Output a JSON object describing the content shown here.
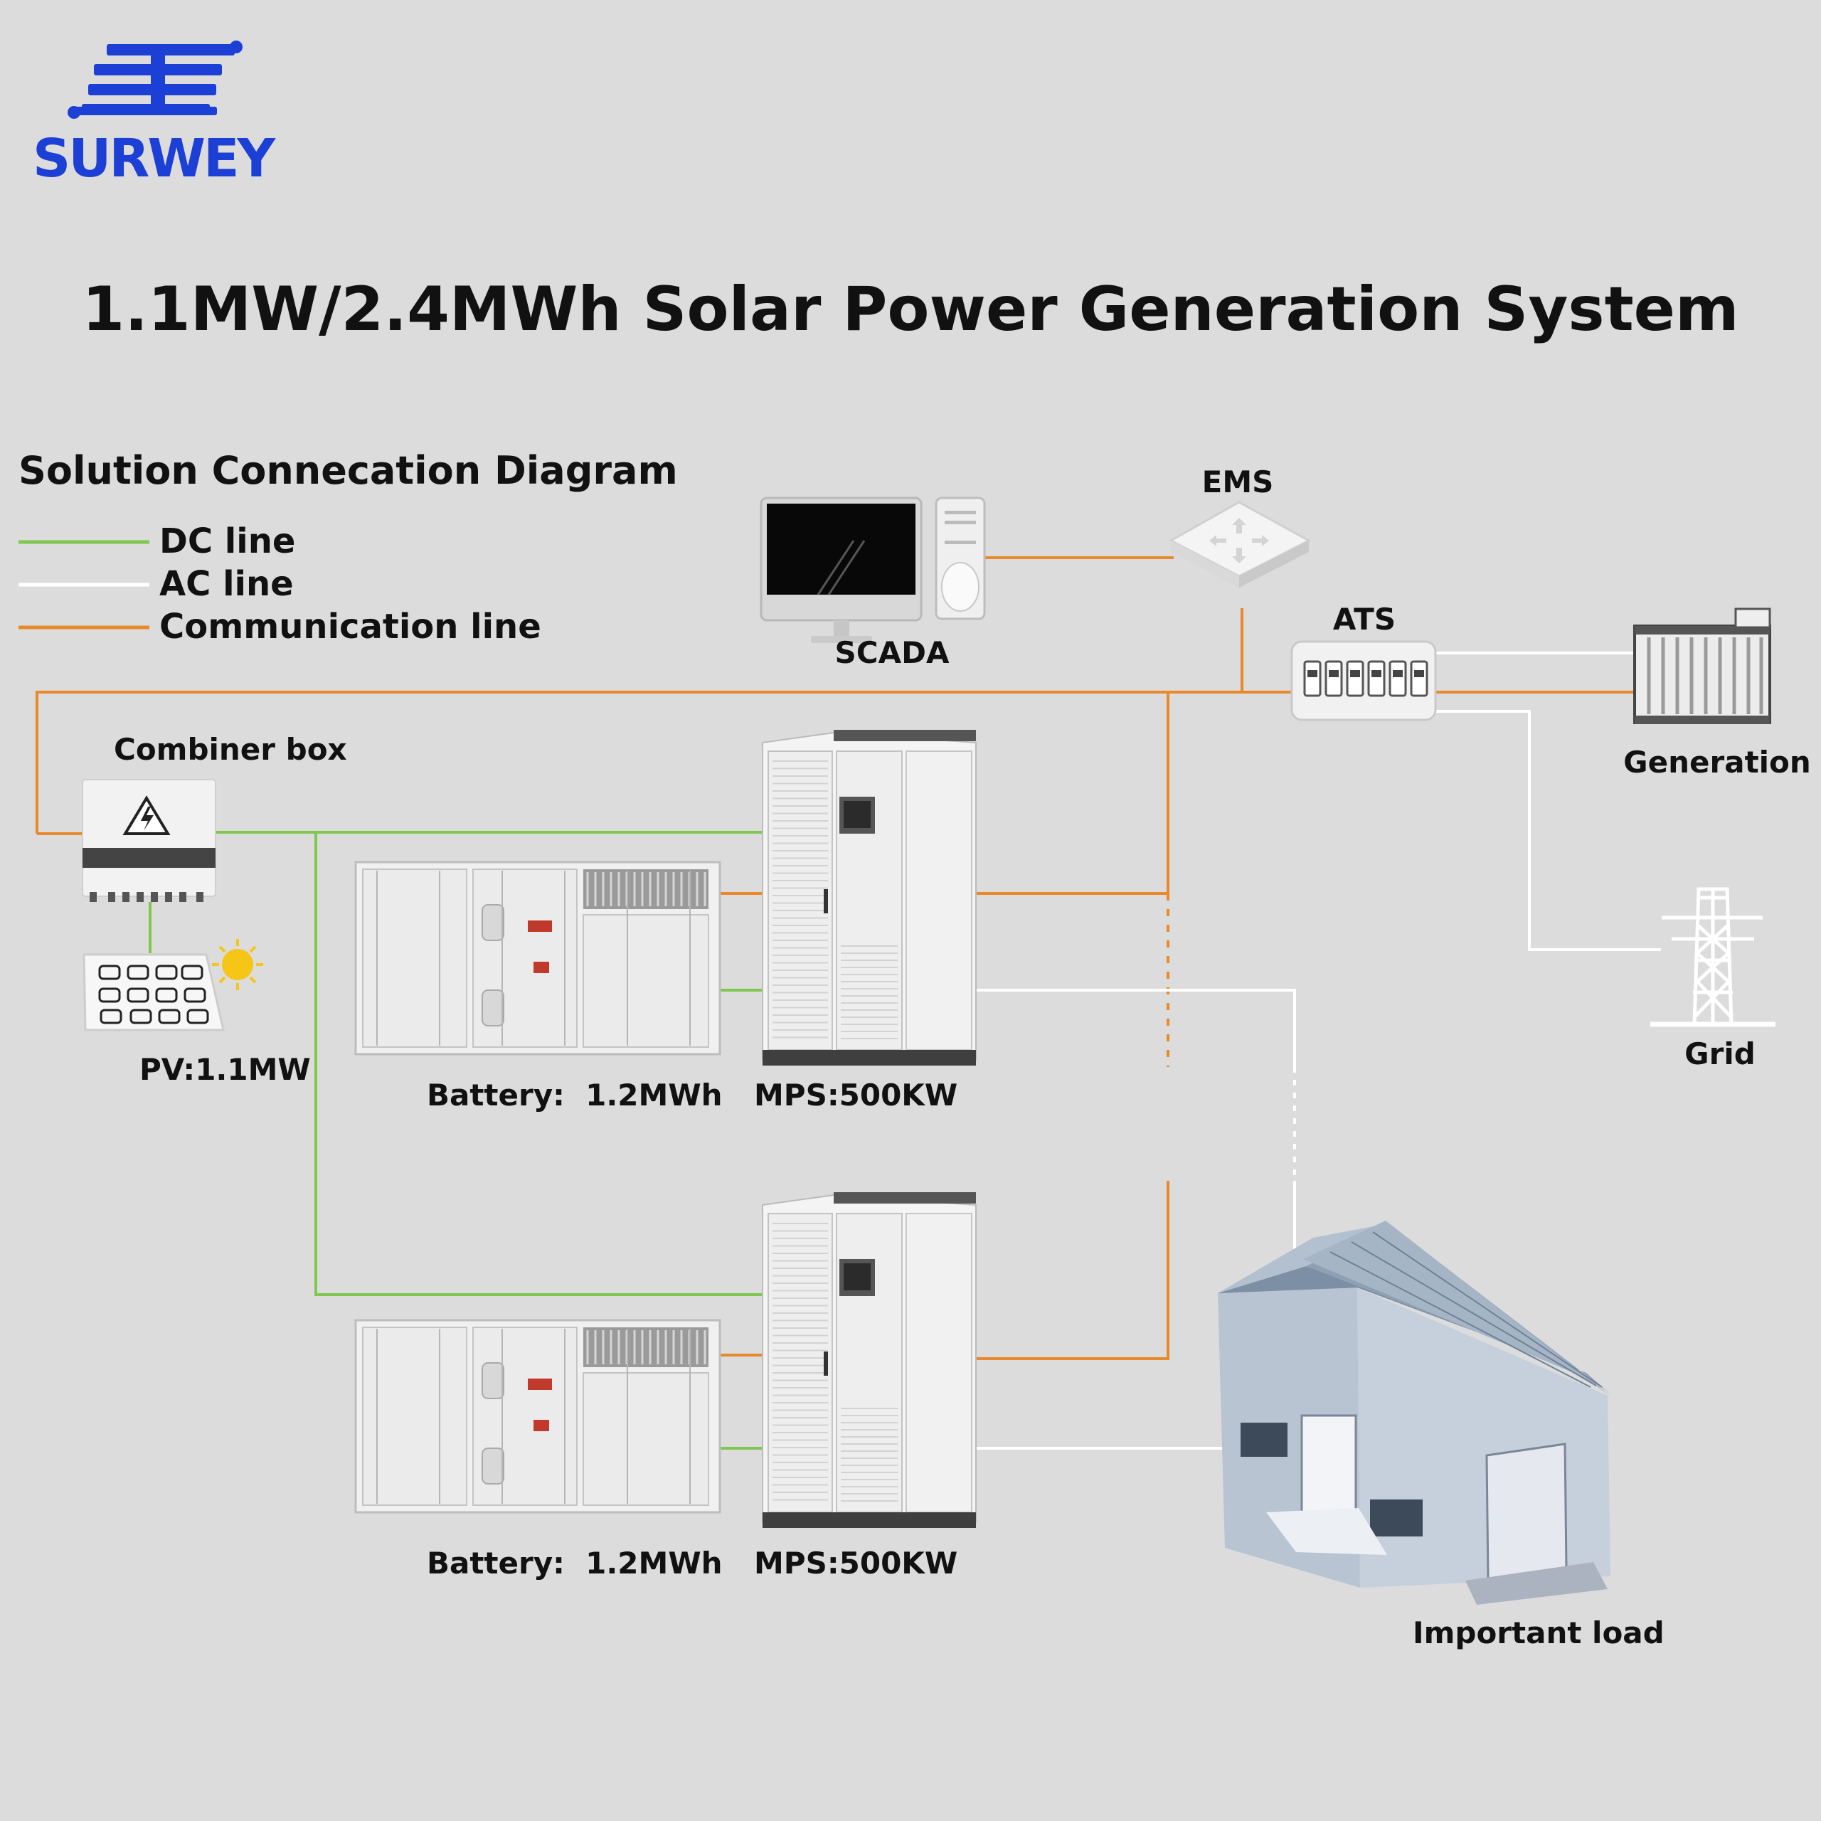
{
  "logo": {
    "text": "SURWEY",
    "brand_color": "#1c3fd6"
  },
  "title": "1.1MW/2.4MWh Solar Power Generation System",
  "diagram_title": "Solution Connecation Diagram",
  "legend": [
    {
      "label": "DC line",
      "color": "#7ec850"
    },
    {
      "label": "AC line",
      "color": "#ffffff"
    },
    {
      "label": "Communication line",
      "color": "#e8892b"
    }
  ],
  "nodes": {
    "scada": "SCADA",
    "ems": "EMS",
    "ats": "ATS",
    "generation": "Generation",
    "grid": "Grid",
    "combiner_box": "Combiner box",
    "pv": "PV:1.1MW",
    "battery_1": "Battery:  1.2MWh",
    "mps_1": "MPS:500KW",
    "battery_2": "Battery:  1.2MWh",
    "mps_2": "MPS:500KW",
    "important_load": "Important load"
  }
}
